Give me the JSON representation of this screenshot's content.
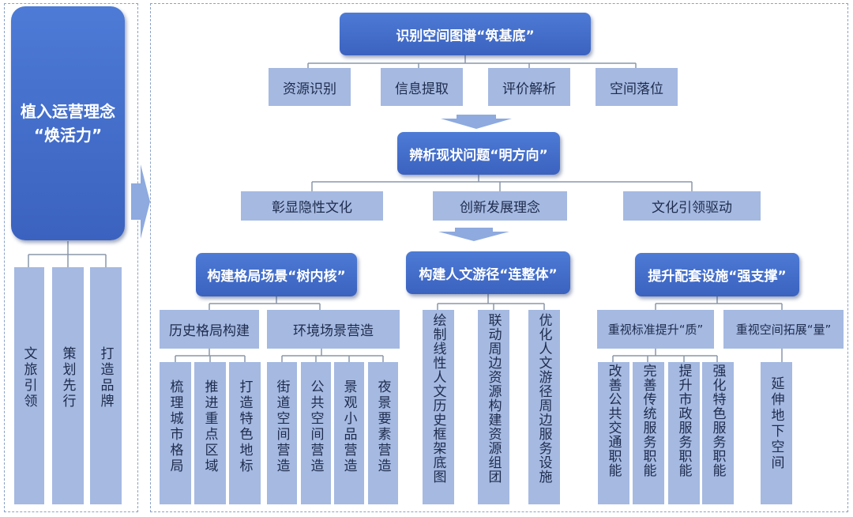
{
  "left_panel": {
    "title": "植入运营理念\n“焕活力”",
    "items": [
      "文旅引领",
      "策划先行",
      "打造品牌"
    ]
  },
  "stage1": {
    "title": "识别空间图谱“筑基底”",
    "items": [
      "资源识别",
      "信息提取",
      "评价解析",
      "空间落位"
    ]
  },
  "stage2": {
    "title": "辨析现状问题“明方向”",
    "items": [
      "彰显隐性文化",
      "创新发展理念",
      "文化引领驱动"
    ]
  },
  "branch_a": {
    "title": "构建格局场景“树内核”",
    "groups": [
      {
        "label": "历史格局构建",
        "items": [
          "梳理城市格局",
          "推进重点区域",
          "打造特色地标"
        ]
      },
      {
        "label": "环境场景营造",
        "items": [
          "街道空间营造",
          "公共空间营造",
          "景观小品营造",
          "夜景要素营造"
        ]
      }
    ]
  },
  "branch_b": {
    "title": "构建人文游径“连整体”",
    "items": [
      "绘制线性人文历史框架底图",
      "联动周边资源构建资源组团",
      "优化人文游径周边服务设施"
    ]
  },
  "branch_c": {
    "title": "提升配套设施“强支撑”",
    "groups": [
      {
        "label": "重视标准提升“质”",
        "items": [
          "改善公共交通职能",
          "完善传统服务职能",
          "提升市政服务职能",
          "强化特色服务职能"
        ]
      },
      {
        "label": "重视空间拓展“量”",
        "items": [
          "延伸地下空间"
        ]
      }
    ]
  },
  "colors": {
    "dark_box": "#3f68c6",
    "light_box": "#a5b9e1",
    "line": "#8a97aa",
    "arrow": "#8eaadf"
  }
}
